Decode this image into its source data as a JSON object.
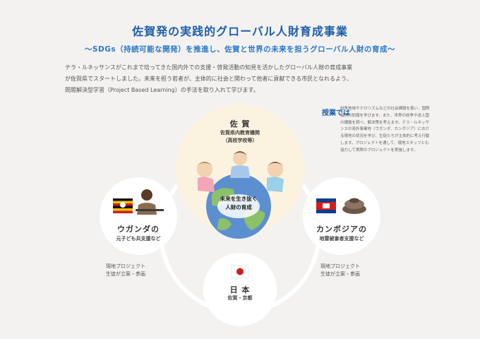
{
  "header": {
    "title": "佐賀発の実践的グローバル人財育成事業",
    "subtitle": "〜SDGs（持続可能な開発）を推進し、佐賀と世界の未来を担うグローバル人財の育成〜"
  },
  "intro": {
    "lines": [
      "テラ・ルネッサンスがこれまで培ってきた国内外での支援・啓発活動の知見を活かしたグローバル人財の育成事業",
      "が佐賀県でスタートしました。未来を担う若者が、主体的に社会と関わって他者に貢献できる市民となれるよう、",
      "問題解決型学習（Project Based Learning）の手法を取り入れて学びます。"
    ]
  },
  "classes": {
    "title": "授業では",
    "text": "紛争地域やテロリズムなどの社会課題を扱い、国際協力の知識を学びます。また、世界の紛争や途上国の課題を調べ、解決策を考えます。テラ・ルネッサンスの海外事業地（ウガンダ、カンボジア）における現地の状況を学び、生徒たちが主体的に考え行動します。プロジェクトを通して、現地スタッフとも協力して実際のプロジェクトを実施します。"
  },
  "center": {
    "name": "佐 賀",
    "sub_line1": "佐賀県内教育機関",
    "sub_line2": "（高校学校等）",
    "globe_line1": "未来を生き抜く",
    "globe_line2": "人財の育成"
  },
  "uganda": {
    "name": "ウガンダの",
    "sub": "元子ども兵支援など",
    "note_line1": "現地プロジェクト",
    "note_line2": "生徒が立案・参画"
  },
  "cambodia": {
    "name": "カンボジアの",
    "sub": "地雷被害者支援など",
    "note_line1": "現地プロジェクト",
    "note_line2": "生徒が立案・参画"
  },
  "japan": {
    "name": "日 本",
    "sub": "佐賀・京都"
  },
  "colors": {
    "title": "#1f5fa8",
    "subtitle": "#2a78c6",
    "background": "#f3f2f1",
    "circle": "#ffffff",
    "center_circle": "#fbf3df",
    "globe": "#5b8fd0",
    "land": "#8dc06a"
  }
}
